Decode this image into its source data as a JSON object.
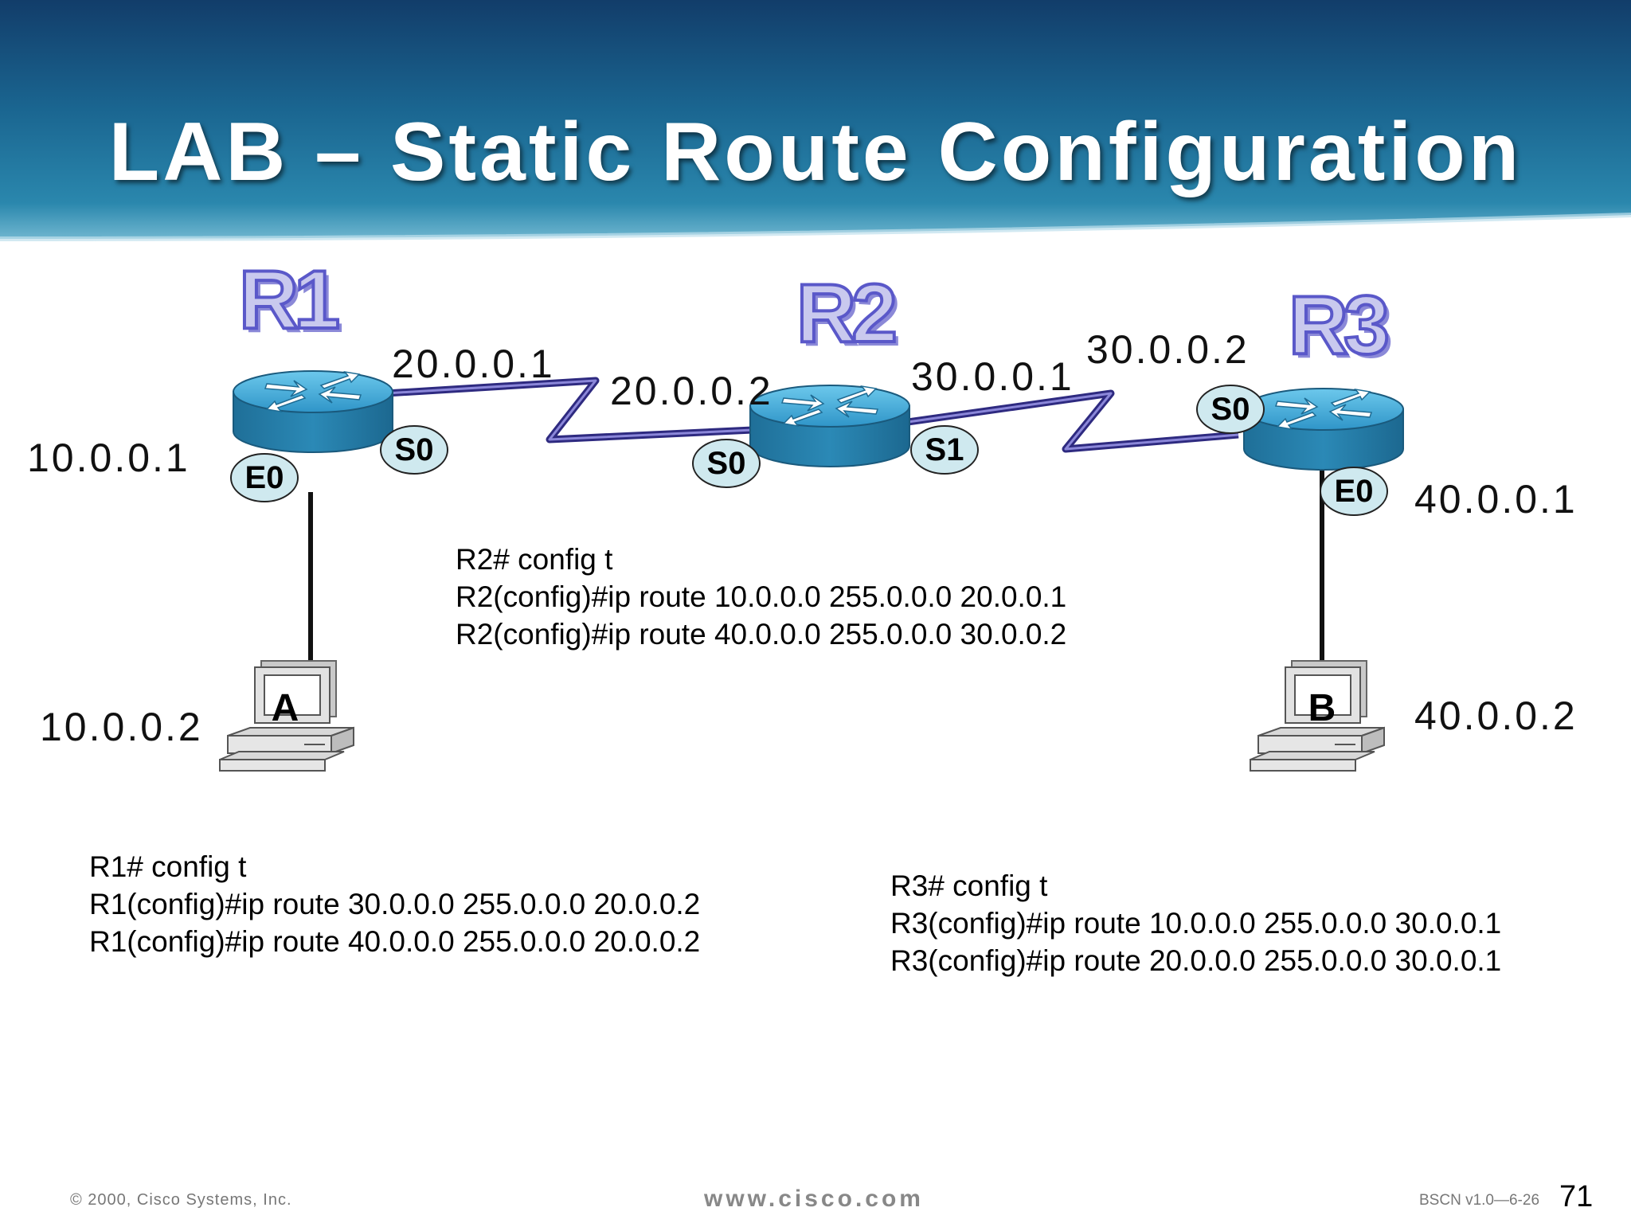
{
  "title": "LAB – Static Route Configuration",
  "routers": {
    "r1": {
      "name": "R1",
      "ports": {
        "e0": "E0",
        "s0": "S0"
      }
    },
    "r2": {
      "name": "R2",
      "ports": {
        "s0": "S0",
        "s1": "S1"
      }
    },
    "r3": {
      "name": "R3",
      "ports": {
        "s0": "S0",
        "e0": "E0"
      }
    }
  },
  "ips": {
    "r1_e0": "10.0.0.1",
    "host_a": "10.0.0.2",
    "r1_s0": "20.0.0.1",
    "r2_s0": "20.0.0.2",
    "r2_s1": "30.0.0.1",
    "r3_s0": "30.0.0.2",
    "r3_e0": "40.0.0.1",
    "host_b": "40.0.0.2"
  },
  "hosts": {
    "a": "A",
    "b": "B"
  },
  "commands": {
    "r2": [
      "R2# config t",
      "R2(config)#ip route 10.0.0.0 255.0.0.0 20.0.0.1",
      "R2(config)#ip route 40.0.0.0 255.0.0.0 30.0.0.2"
    ],
    "r1": [
      "R1# config t",
      "R1(config)#ip route 30.0.0.0 255.0.0.0 20.0.0.2",
      "R1(config)#ip route 40.0.0.0 255.0.0.0 20.0.0.2"
    ],
    "r3": [
      "R3# config t",
      "R3(config)#ip route 10.0.0.0 255.0.0.0 30.0.0.1",
      "R3(config)#ip route 20.0.0.0 255.0.0.0 30.0.0.1"
    ]
  },
  "footer": {
    "copyright": "© 2000, Cisco Systems, Inc.",
    "site": "www.cisco.com",
    "course": "BSCN v1.0—6-26",
    "page": "71"
  },
  "colors": {
    "banner": "#1d6f9a",
    "router_body": "#3aa6d6",
    "serial_link": "#2e2a80",
    "port_badge": "#cfe9ef",
    "router_label": "#5a58c9"
  }
}
